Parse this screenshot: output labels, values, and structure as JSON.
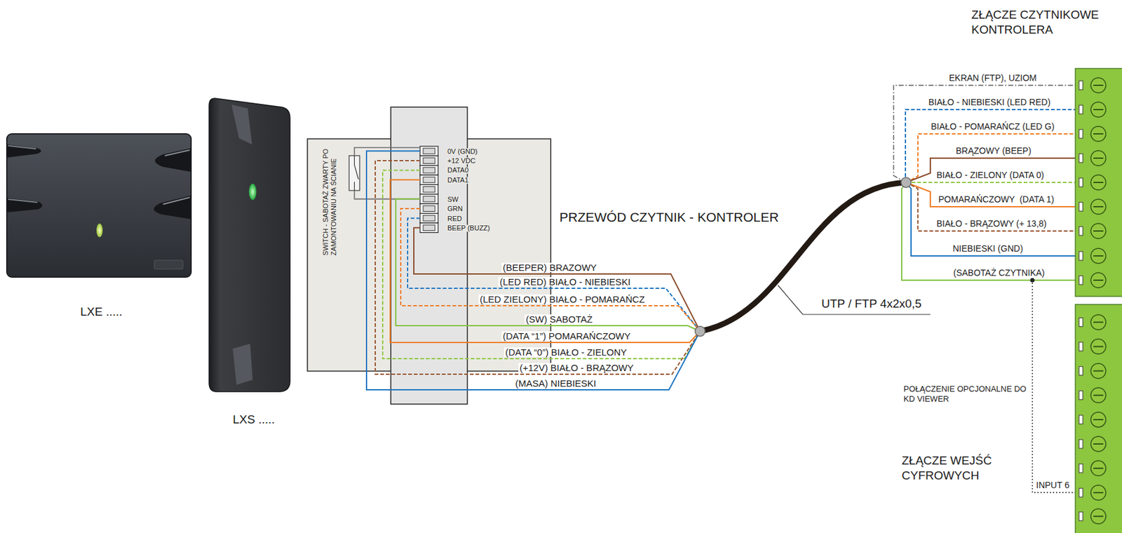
{
  "diagram": {
    "nodes": [
      {
        "text": [
          "LXE ....."
        ]
      },
      {
        "text": [
          "LXS ....."
        ]
      },
      {
        "text": [
          "SWITCH - SABOTAŻ ZWARTY PO ZAMONTOWANIU NA ŚCIANIE"
        ]
      },
      {
        "text": [
          "ZŁĄCZE CZYTNIKOWE KONTROLERA"
        ]
      },
      {
        "text": [
          "ZŁĄCZE WEJŚĆ CYFROWYCH"
        ]
      }
    ],
    "labels": [
      "0V (GND)",
      "+12 VDC",
      "DATA0",
      "DATA1",
      "SW",
      "GRN",
      "RED",
      "BEEP (BUZZ)",
      "PRZEWÓD CZYTNIK - KONTROLER",
      "(BEEPER) BRAZOWY",
      "(LED RED) BIAŁO - NIEBIESKI",
      "(LED ZIELONY) BIAŁO - POMARAŃCZ",
      "(SW) SABOTAŻ",
      "(DATA “1”) POMARAŃCZOWY",
      "(DATA “0”) BIAŁO - ZIELONY",
      "(+12V) BIAŁO - BRĄZOWY",
      "(MASA) NIEBIESKI",
      "UTP / FTP 4x2x0,5",
      "EKRAN (FTP), UZIOM",
      "BIAŁO - NIEBIESKI (LED RED)",
      "BIAŁO - POMARAŃCZ (LED G)",
      "BRĄZOWY (BEEP)",
      "BIAŁO - ZIELONY (DATA 0)",
      "POMARAŃCZOWY  (DATA 1)",
      "BIAŁO - BRĄZOWY (+ 13,8)",
      "NIEBIESKI (GND)",
      "(SABOTAŻ CZYTNIKA)",
      "POŁĄCZENIE OPCJONALNE DO KD VIEWER",
      "INPUT 6"
    ]
  }
}
